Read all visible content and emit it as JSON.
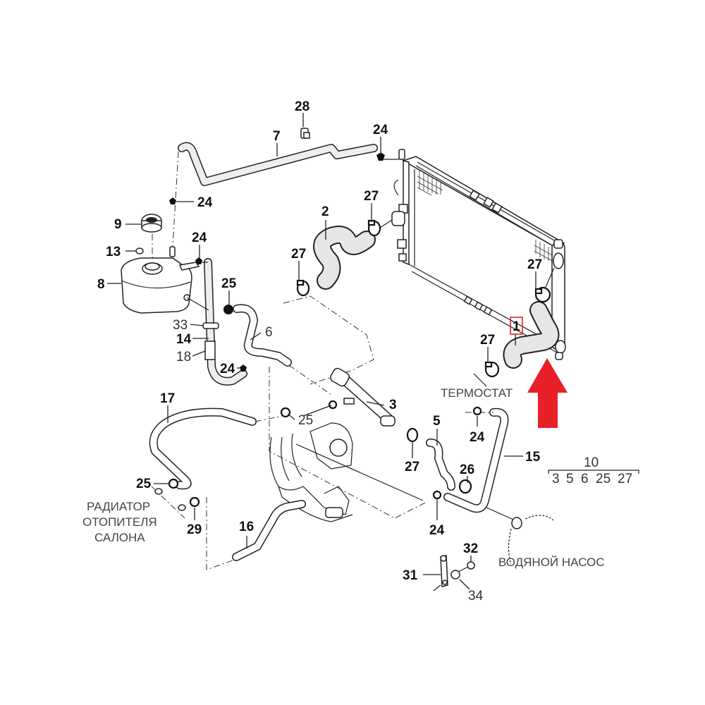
{
  "diagram": {
    "title": "Cooling system hoses parts diagram",
    "highlight_color": "#e8202a",
    "highlighted_part": "1",
    "callouts": {
      "p1": "1",
      "p2": "2",
      "p3": "3",
      "p5": "5",
      "p6": "6",
      "p7": "7",
      "p8": "8",
      "p9": "9",
      "p13": "13",
      "p14": "14",
      "p15": "15",
      "p16": "16",
      "p17": "17",
      "p18": "18",
      "p24a": "24",
      "p24b": "24",
      "p24c": "24",
      "p24d": "24",
      "p24e": "24",
      "p24f": "24",
      "p25a": "25",
      "p25b": "25",
      "p25c": "25",
      "p26": "26",
      "p27a": "27",
      "p27b": "27",
      "p27c": "27",
      "p27d": "27",
      "p27e": "27",
      "p28": "28",
      "p29": "29",
      "p31": "31",
      "p32": "32",
      "p33": "33",
      "p34": "34"
    },
    "kit": {
      "number": "10",
      "contents": [
        "3",
        "5",
        "6",
        "25",
        "27"
      ]
    },
    "labels": {
      "thermostat": "ТЕРМОСТАТ",
      "heater_core_line1": "РАДИАТОР",
      "heater_core_line2": "ОТОПИТЕЛЯ",
      "heater_core_line3": "САЛОНА",
      "water_pump": "ВОДЯНОЙ НАСОС"
    },
    "annotations": {
      "arrow_direction": "up",
      "arrow_points_to": "hose 1"
    }
  }
}
